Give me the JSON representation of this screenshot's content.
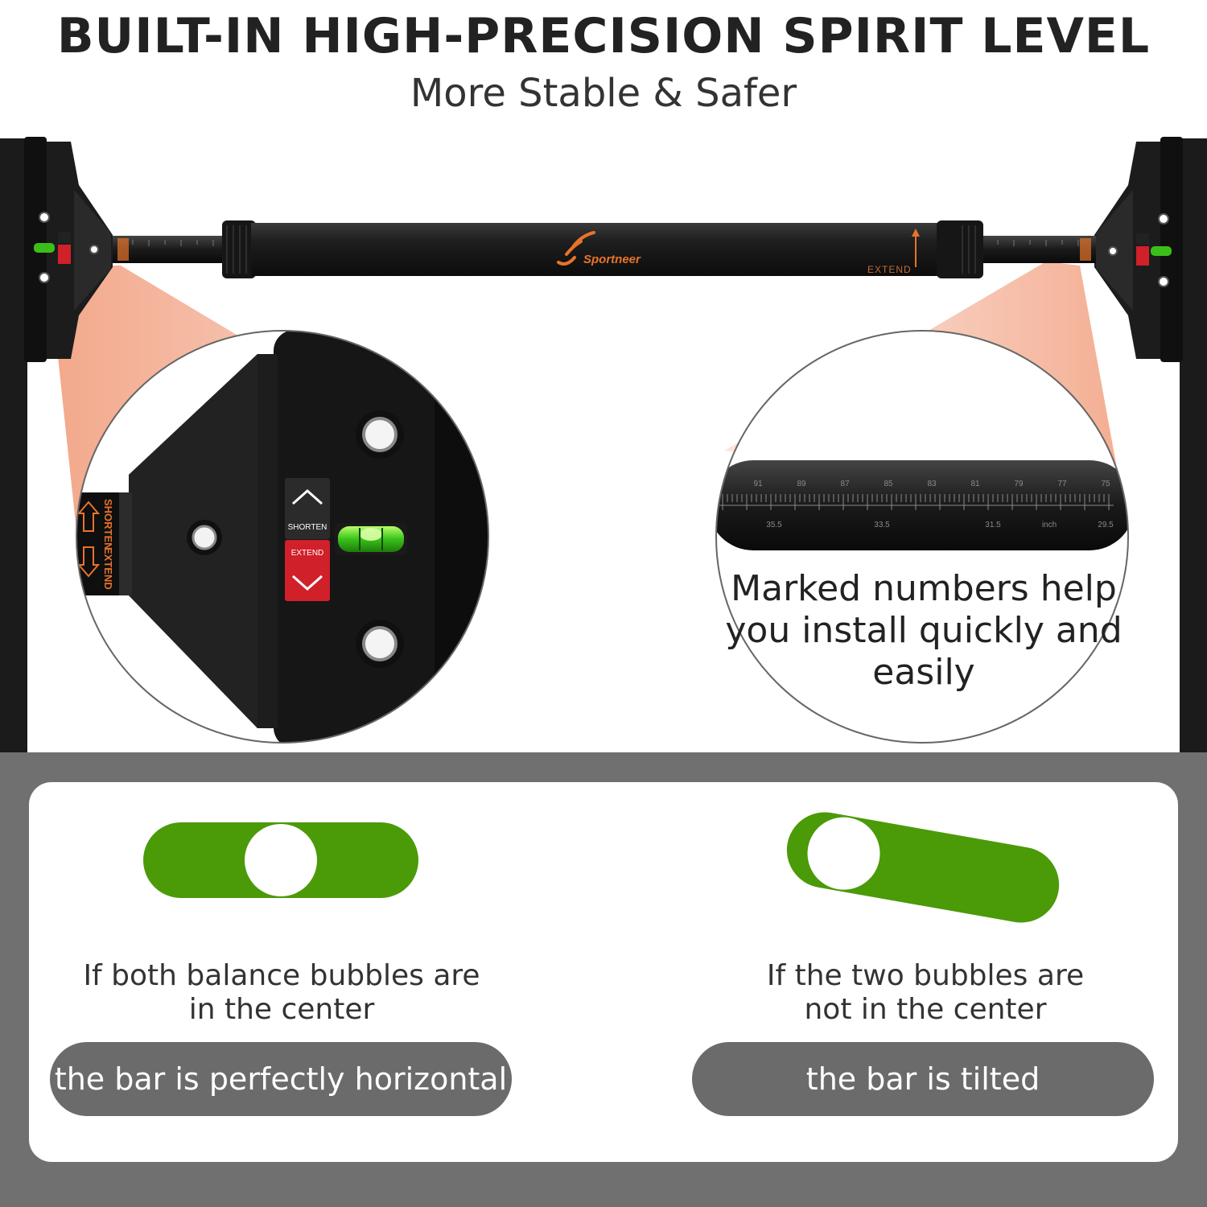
{
  "header": {
    "title": "BUILT-IN HIGH-PRECISION SPIRIT LEVEL",
    "subtitle": "More Stable & Safer"
  },
  "product": {
    "brand": "Sportneer",
    "bar_label_extend": "EXTEND",
    "button_shorten": "SHORTEN",
    "button_extend": "EXTEND",
    "collar_label_shorten": "SHORTEN",
    "collar_label_extend": "EXTEND"
  },
  "scale": {
    "top_marks": [
      "91",
      "89",
      "87",
      "85",
      "83",
      "81",
      "79",
      "77",
      "75"
    ],
    "bottom_marks": [
      "35.5",
      "33.5",
      "31.5",
      "inch",
      "29.5"
    ]
  },
  "zoom_right": {
    "caption": "Marked numbers help you install quickly and easily"
  },
  "levels": [
    {
      "state": "level",
      "caption": "If both balance bubbles are in the center",
      "result": "the bar is perfectly horizontal"
    },
    {
      "state": "tilted",
      "caption": "If the two bubbles are not in the center",
      "result": "the bar is tilted"
    }
  ],
  "colors": {
    "accent_orange": "#e8732a",
    "level_green": "#4b9a08",
    "button_red": "#d0202a",
    "panel_gray": "#707070",
    "pill_gray": "#6b6b6b"
  }
}
